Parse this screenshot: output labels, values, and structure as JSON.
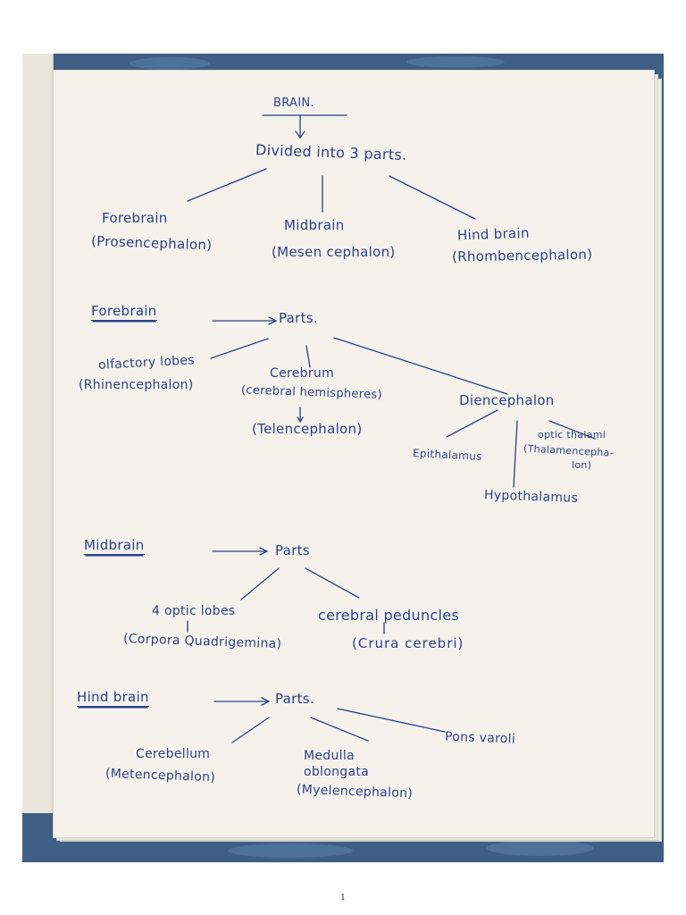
{
  "page": {
    "number": "1"
  },
  "brain": {
    "title": "BRAIN.",
    "divided": "Divided into 3 parts.",
    "parts": [
      {
        "name": "Forebrain",
        "alt": "(Prosencephalon)"
      },
      {
        "name": "Midbrain",
        "alt": "(Mesen cephalon)"
      },
      {
        "name": "Hind brain",
        "alt": "(Rhombencephalon)"
      }
    ]
  },
  "forebrain": {
    "heading": "Forebrain",
    "parts": "Parts.",
    "olfactory": {
      "name": "olfactory lobes",
      "alt": "(Rhinencephalon)"
    },
    "cerebrum": {
      "name": "Cerebrum",
      "sub": "(cerebral hemispheres)",
      "alt": "(Telencephalon)"
    },
    "diencephalon": {
      "name": "Diencephalon",
      "epithalamus": "Epithalamus",
      "hypothalamus": "Hypothalamus",
      "optic_line1": "optic thalami",
      "optic_line2": "(Thalamencepha-",
      "optic_line3": "lon)"
    }
  },
  "midbrain": {
    "heading": "Midbrain",
    "parts": "Parts",
    "optic_lobes": {
      "name": "4 optic lobes",
      "alt": "(Corpora Quadrigemina)"
    },
    "peduncles": {
      "name": "cerebral peduncles",
      "alt": "(Crura cerebri)"
    }
  },
  "hindbrain": {
    "heading": "Hind brain",
    "parts": "Parts.",
    "cerebellum": {
      "name": "Cerebellum",
      "alt": "(Metencephalon)"
    },
    "medulla": {
      "line1": "Medulla",
      "line2": "oblongata",
      "alt": "(Myelencephalon)"
    },
    "pons": "Pons varoli"
  },
  "colors": {
    "ink": "#2a3f8c",
    "paper": "#f4f2eb",
    "cloth": "#3f5f87"
  }
}
